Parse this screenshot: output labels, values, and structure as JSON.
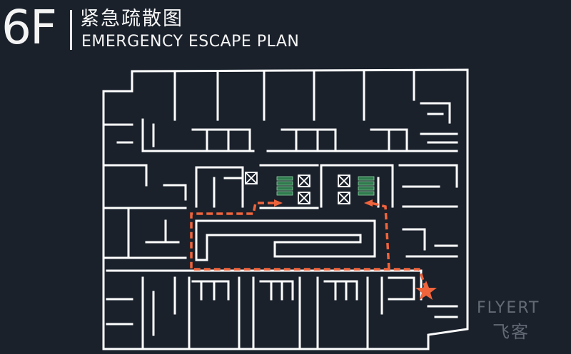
{
  "sign": {
    "floor": "6F",
    "title_cn": "紧急疏散图",
    "title_en": "EMERGENCY ESCAPE PLAN"
  },
  "legend_icons": {
    "you_are_here": "star-icon",
    "stairs": "stairs-icon",
    "elevator": "elevator-icon"
  },
  "colors": {
    "background": "#1a212b",
    "walls": "#ffffff",
    "escape_route": "#f0643c",
    "stairs": "#2f7a4d"
  },
  "watermark": {
    "brand": "FLYERT",
    "brand_cn": "飞客"
  }
}
